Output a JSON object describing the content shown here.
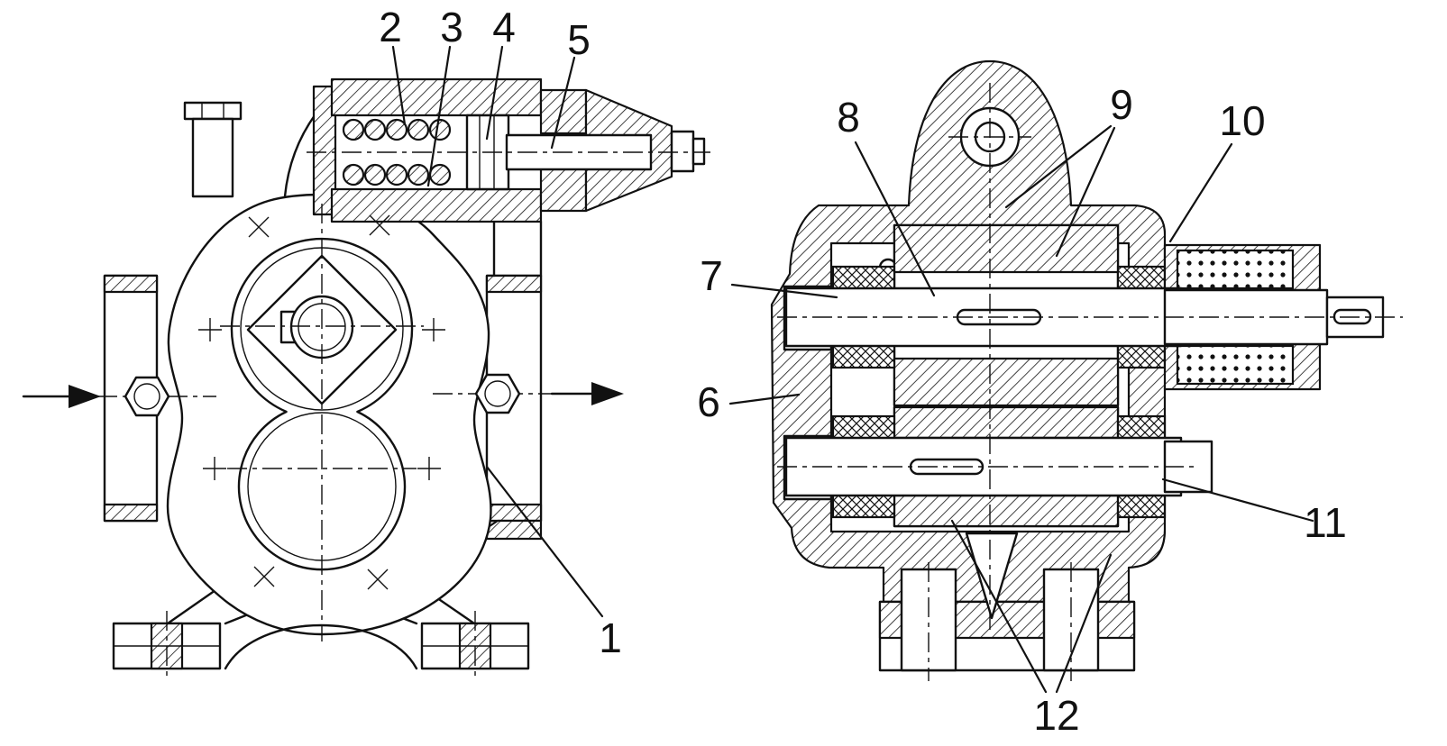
{
  "figure": {
    "colors": {
      "ink": "#111111",
      "paper": "#ffffff"
    },
    "callouts": {
      "c1": "1",
      "c2": "2",
      "c3": "3",
      "c4": "4",
      "c5": "5",
      "c6": "6",
      "c7": "7",
      "c8": "8",
      "c9": "9",
      "c10": "10",
      "c11": "11",
      "c12": "12"
    }
  }
}
